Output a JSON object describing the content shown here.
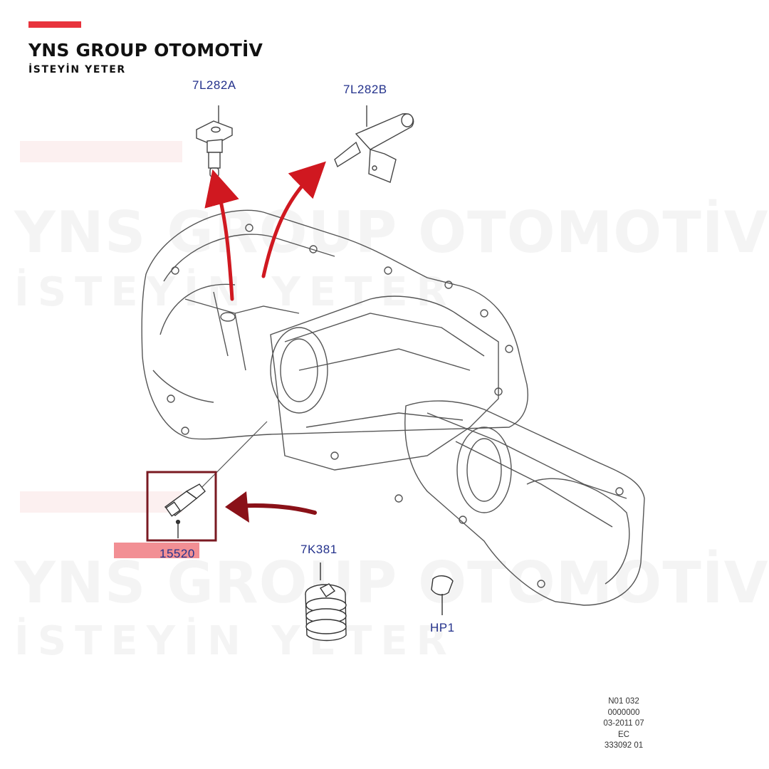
{
  "brand": {
    "name": "YNS GROUP OTOMOTİV",
    "slogan": "İSTEYİN YETER"
  },
  "watermark": {
    "title": "YNS GROUP OTOMOTİV",
    "slogan": "İSTEYİN YETER"
  },
  "parts": {
    "sensor_a": "7L282A",
    "sensor_b": "7L282B",
    "switch_highlighted": "15520",
    "cap": "7K381",
    "plug": "HP1"
  },
  "document_code": {
    "line1": "N01 032",
    "line2": "0000000",
    "line3": "03-2011 07",
    "line4": "EC",
    "line5": "333092 01"
  },
  "colors": {
    "accent_red": "#e8333c",
    "arrow_red": "#d01820",
    "arrow_dark_red": "#8a1118",
    "box_dark_red": "#7a1a22",
    "label_blue": "#24328c",
    "line_art": "#555555"
  }
}
